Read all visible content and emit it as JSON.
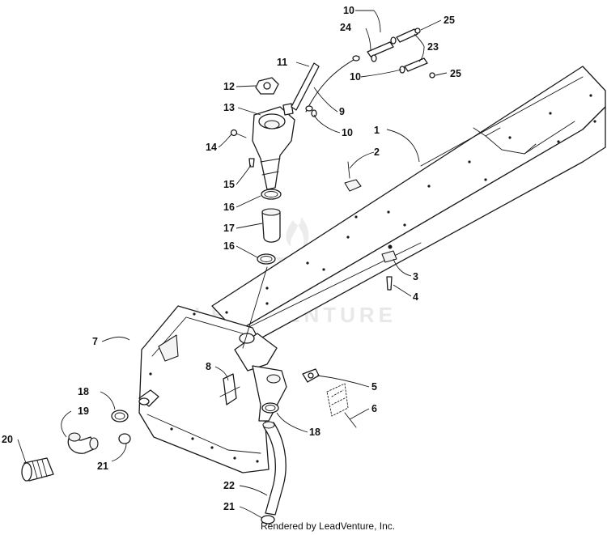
{
  "watermark": {
    "text": "LEADVENTURE"
  },
  "footer": {
    "text": "Rendered by LeadVenture, Inc."
  },
  "callouts": {
    "p1": "1",
    "p2": "2",
    "p3": "3",
    "p4": "4",
    "p5": "5",
    "p6": "6",
    "p7": "7",
    "p8": "8",
    "p9": "9",
    "p10a": "10",
    "p10b": "10",
    "p10c": "10",
    "p11": "11",
    "p12": "12",
    "p13": "13",
    "p14": "14",
    "p15": "15",
    "p16a": "16",
    "p16b": "16",
    "p17": "17",
    "p18a": "18",
    "p18b": "18",
    "p19": "19",
    "p20": "20",
    "p21a": "21",
    "p21b": "21",
    "p22": "22",
    "p23": "23",
    "p24": "24",
    "p25a": "25",
    "p25b": "25"
  }
}
